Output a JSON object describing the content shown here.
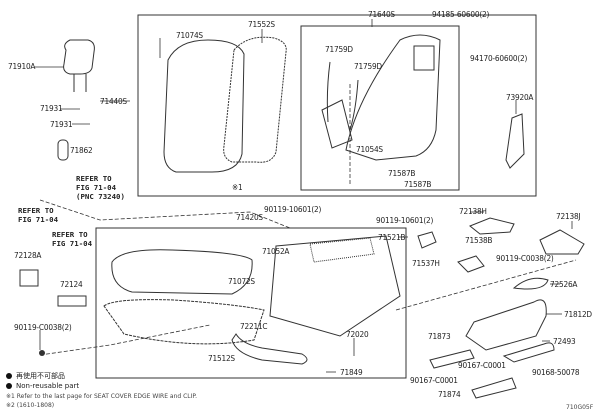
{
  "parts": {
    "p71910A": "71910A",
    "p71931a": "71931",
    "p71931b": "71931",
    "p71440S": "71440S",
    "p71862": "71862",
    "ref_pnc": "REFER TO\nFIG 71-04\n(PNC 73240)",
    "ref_a": "REFER TO\nFIG 71-04",
    "ref_b": "REFER TO\nFIG 71-04",
    "p71074S": "71074S",
    "p71552S": "71552S",
    "note1_mark": "※1",
    "p71640S": "71640S",
    "p94185": "94185-60600(2)",
    "p71759Da": "71759D",
    "p71759Db": "71759D",
    "p94170": "94170-60600(2)",
    "p73920A": "73920A",
    "p71054S": "71054S",
    "p71587Ba": "71587B",
    "p71587Bb": "71587B",
    "p90119_10601a": "90119-10601(2)",
    "p90119_10601b": "90119-10601(2)",
    "p72138H": "72138H",
    "p72138J": "72138J",
    "p71420S": "71420S",
    "p71521B": "71521B",
    "p71052A": "71052A",
    "p71538B": "71538B",
    "p71537H": "71537H",
    "p90119_C0038a": "90119-C0038(2)",
    "p90119_C0038b": "90119-C0038(2)",
    "p72128A": "72128A",
    "p72124": "72124",
    "p71072S": "71072S",
    "p72526A": "72526A",
    "p71812D": "71812D",
    "p72211C": "72211C",
    "p72020": "72020",
    "p71873": "71873",
    "p72493": "72493",
    "p71512S": "71512S",
    "p90167a": "90167-C0001",
    "p90167b": "90167-C0001",
    "p71874": "71874",
    "p90168": "90168-50078",
    "p71849": "71849"
  },
  "legend": {
    "non_reusable_jp": "再使用不可部品",
    "non_reusable_en": "Non-reusable part",
    "note1": "※1  Refer to the last page for SEAT COVER EDGE WIRE and CLIP.",
    "note2": "※2 (1610-1808)"
  },
  "figure_code": "710G05F"
}
